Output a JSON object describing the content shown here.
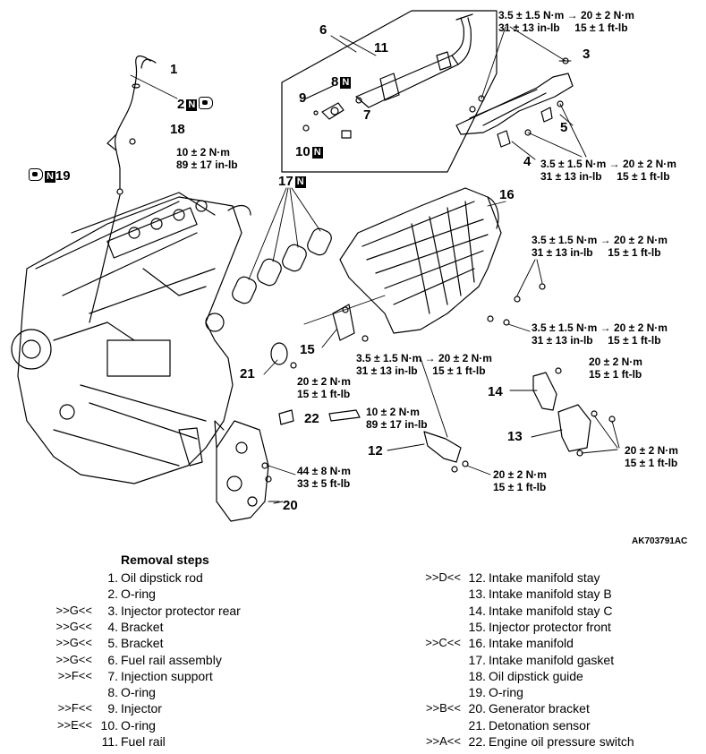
{
  "figure_code": "AK703791AC",
  "callouts": {
    "c1": "1",
    "c2": "2",
    "c3": "3",
    "c4": "4",
    "c5": "5",
    "c6": "6",
    "c7": "7",
    "c8": "8",
    "c9": "9",
    "c10": "10",
    "c11": "11",
    "c12": "12",
    "c13": "13",
    "c14": "14",
    "c15": "15",
    "c16": "16",
    "c17": "17",
    "c18": "18",
    "c19": "19",
    "c20": "20",
    "c21": "21",
    "c22": "22"
  },
  "badge": "N",
  "torque": {
    "t_3p5_nm": "3.5 ± 1.5 N·m",
    "t_31_inlb": "31 ± 13 in-lb",
    "t_20_nm": "20 ± 2 N·m",
    "t_15_ftlb": "15 ± 1 ft-lb",
    "t_10_nm": "10 ± 2 N·m",
    "t_89_inlb": "89 ± 17 in-lb",
    "t_44_nm": "44 ± 8 N·m",
    "t_33_ftlb": "33 ± 5 ft-lb",
    "arrow": "→"
  },
  "removal": {
    "title": "Removal steps",
    "steps": [
      {
        "mark": "",
        "num": "1.",
        "label": "Oil dipstick rod"
      },
      {
        "mark": "",
        "num": "2.",
        "label": "O-ring"
      },
      {
        "mark": ">>G<<",
        "num": "3.",
        "label": "Injector protector rear"
      },
      {
        "mark": ">>G<<",
        "num": "4.",
        "label": "Bracket"
      },
      {
        "mark": ">>G<<",
        "num": "5.",
        "label": "Bracket"
      },
      {
        "mark": ">>G<<",
        "num": "6.",
        "label": "Fuel rail assembly"
      },
      {
        "mark": ">>F<<",
        "num": "7.",
        "label": "Injection support"
      },
      {
        "mark": "",
        "num": "8.",
        "label": "O-ring"
      },
      {
        "mark": ">>F<<",
        "num": "9.",
        "label": "Injector"
      },
      {
        "mark": ">>E<<",
        "num": "10.",
        "label": "O-ring"
      },
      {
        "mark": "",
        "num": "11.",
        "label": "Fuel rail"
      },
      {
        "mark": ">>D<<",
        "num": "12.",
        "label": "Intake manifold stay"
      },
      {
        "mark": "",
        "num": "13.",
        "label": "Intake manifold stay B"
      },
      {
        "mark": "",
        "num": "14.",
        "label": "Intake manifold stay C"
      },
      {
        "mark": "",
        "num": "15.",
        "label": "Injector protector front"
      },
      {
        "mark": ">>C<<",
        "num": "16.",
        "label": "Intake manifold"
      },
      {
        "mark": "",
        "num": "17.",
        "label": "Intake manifold gasket"
      },
      {
        "mark": "",
        "num": "18.",
        "label": "Oil dipstick guide"
      },
      {
        "mark": "",
        "num": "19.",
        "label": "O-ring"
      },
      {
        "mark": ">>B<<",
        "num": "20.",
        "label": "Generator bracket"
      },
      {
        "mark": "",
        "num": "21.",
        "label": "Detonation sensor"
      },
      {
        "mark": ">>A<<",
        "num": "22.",
        "label": "Engine oil pressure switch"
      }
    ]
  }
}
